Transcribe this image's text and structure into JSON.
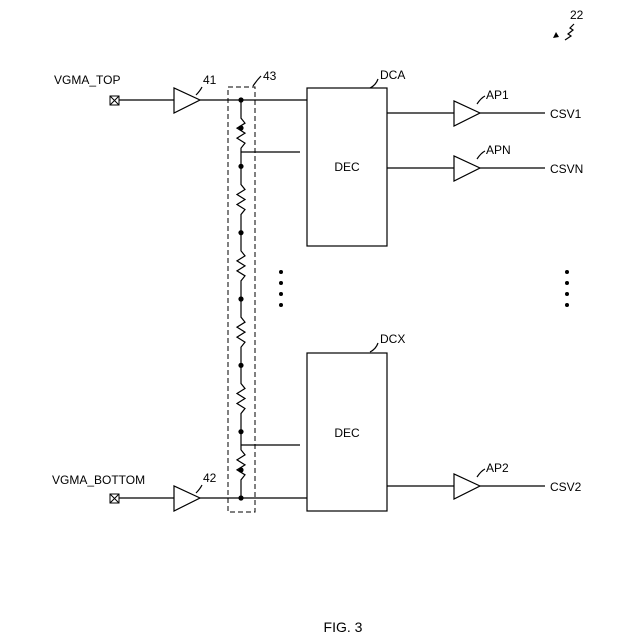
{
  "figure": {
    "number_label": "22",
    "caption": "FIG. 3"
  },
  "pins": {
    "top_label": "VGMA_TOP",
    "bottom_label": "VGMA_BOTTOM"
  },
  "buffers": {
    "top_ref": "41",
    "bottom_ref": "42"
  },
  "ladder": {
    "ref": "43",
    "resistor_count": 6
  },
  "decoders": [
    {
      "ref": "DCA",
      "label": "DEC"
    },
    {
      "ref": "DCX",
      "label": "DEC"
    }
  ],
  "amplifiers": [
    {
      "ref": "AP1",
      "output": "CSV1"
    },
    {
      "ref": "APN",
      "output": "CSVN"
    },
    {
      "ref": "AP2",
      "output": "CSV2"
    }
  ]
}
